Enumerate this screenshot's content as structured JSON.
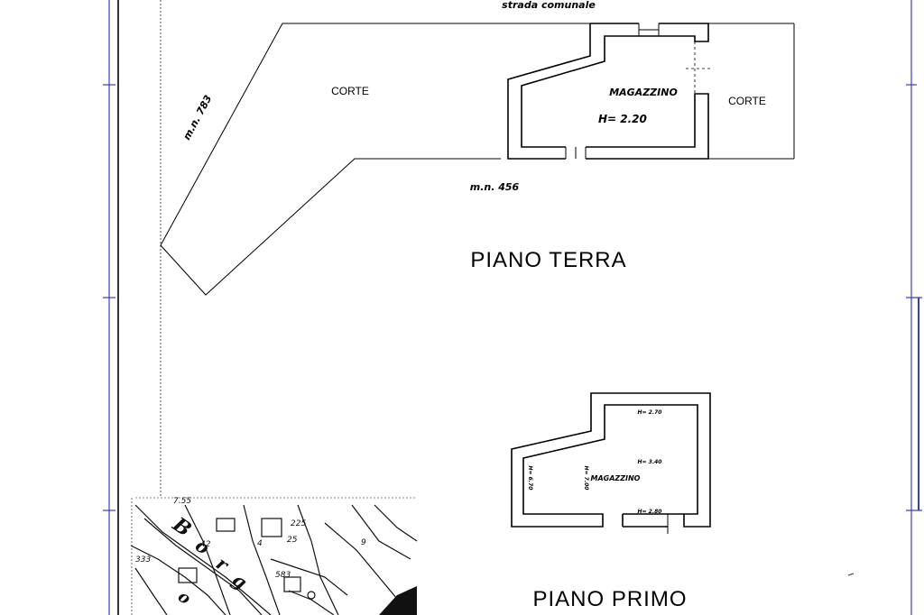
{
  "ground_floor": {
    "road_label": "strada comunale",
    "courtyard_left": "CORTE",
    "courtyard_right": "CORTE",
    "room_label": "MAGAZZINO",
    "height_label": "H= 2.20",
    "parcel_left": "m.n. 783",
    "parcel_bottom": "m.n. 456",
    "title": "PIANO TERRA"
  },
  "first_floor": {
    "room_label": "MAGAZZINO",
    "height_top": "H= 2.70",
    "height_mid": "H= 3.40",
    "height_bottom": "H= 2.80",
    "height_vert_left": "H= 6.70",
    "height_vert_mid": "H= 7.00",
    "title": "PIANO PRIMO"
  },
  "colors": {
    "frame": "#3b3bd0",
    "ink": "#000000",
    "paper": "#ffffff"
  }
}
